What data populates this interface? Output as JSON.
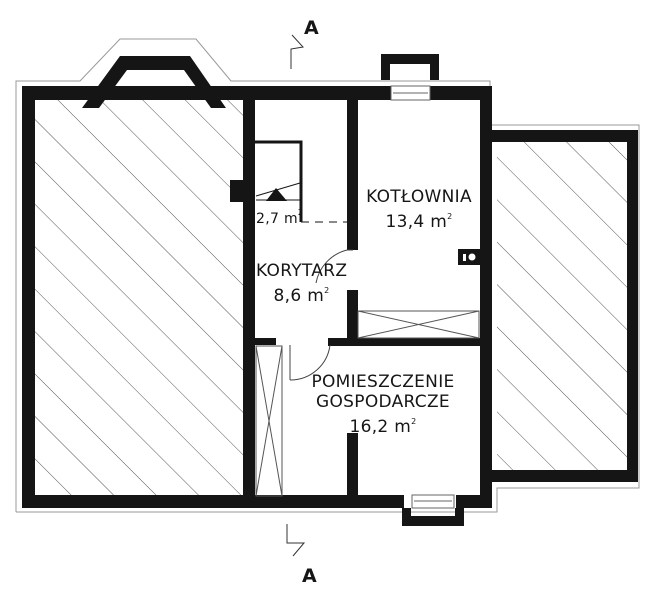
{
  "plan": {
    "section_marker_top": "A",
    "section_marker_bottom": "A",
    "area_unit": "m",
    "area_unit_exp": "2",
    "rooms": [
      {
        "id": "stairs",
        "name": "",
        "area": "2,7"
      },
      {
        "id": "kotlownia",
        "name": "KOTŁOWNIA",
        "area": "13,4"
      },
      {
        "id": "korytarz",
        "name": "KORYTARZ",
        "area": "8,6"
      },
      {
        "id": "pomieszczenie",
        "name_line1": "POMIESZCZENIE",
        "name_line2": "GOSPODARCZE",
        "area": "16,2"
      }
    ],
    "hatched_zones": [
      {
        "id": "unexcavated-left"
      },
      {
        "id": "unexcavated-right"
      }
    ],
    "colors": {
      "wall": "#151515",
      "outline": "#888888",
      "hatch": "#555555",
      "background": "#ffffff"
    }
  }
}
